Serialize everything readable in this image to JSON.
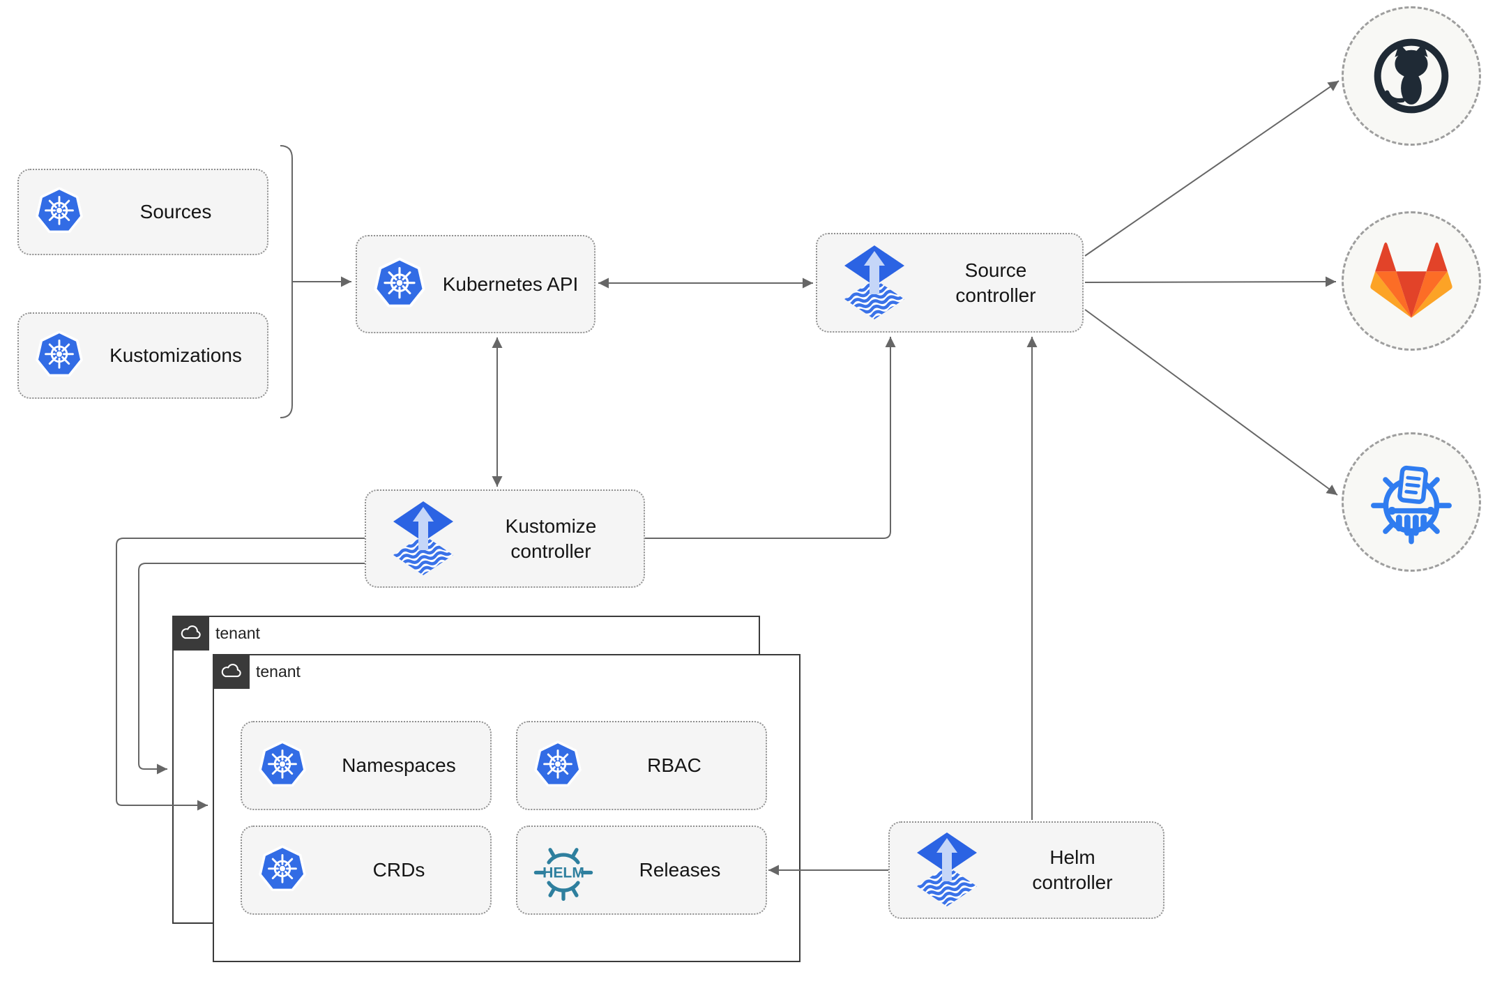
{
  "colors": {
    "background": "#ffffff",
    "connector": "#666666",
    "node_fill": "#f5f5f5",
    "node_border": "#8f8f8f",
    "tenant_border": "#3a3a3a",
    "kubernetes_blue": "#326ce5",
    "flux_blue": "#2b63e3",
    "flux_light_arrow": "#c5d6f8",
    "flux_wave_blue": "#3a72e8",
    "helm_teal": "#2e7f9e",
    "chart_repo_blue": "#2f7cf0",
    "github_dark": "#1f2a35",
    "gitlab_red": "#e24329",
    "gitlab_orange": "#fc6d26",
    "gitlab_yellow": "#fca326"
  },
  "nodes": {
    "sources": {
      "label": "Sources"
    },
    "kustomizations": {
      "label": "Kustomizations"
    },
    "kubernetes_api": {
      "label": "Kubernetes API"
    },
    "source_controller": {
      "label": "Source controller"
    },
    "kustomize_controller": {
      "label": "Kustomize controller"
    },
    "helm_controller": {
      "label": "Helm controller"
    },
    "namespaces": {
      "label": "Namespaces"
    },
    "rbac": {
      "label": "RBAC"
    },
    "crds": {
      "label": "CRDs"
    },
    "releases": {
      "label": "Releases"
    }
  },
  "groups": {
    "tenant_back": {
      "label": "tenant"
    },
    "tenant_front": {
      "label": "tenant"
    }
  },
  "external": {
    "github": "github-icon",
    "gitlab": "gitlab-icon",
    "helm_repository": "chart-repository-icon"
  },
  "helm_logo_text": "HELM",
  "edges": [
    {
      "from": "sources-and-kustomizations",
      "to": "kubernetes-api",
      "style": "arrow"
    },
    {
      "from": "kubernetes-api",
      "to": "source-controller",
      "style": "double-arrow"
    },
    {
      "from": "kubernetes-api",
      "to": "kustomize-controller",
      "style": "double-arrow"
    },
    {
      "from": "kustomize-controller",
      "to": "source-controller",
      "style": "arrow"
    },
    {
      "from": "helm-controller",
      "to": "source-controller",
      "style": "arrow"
    },
    {
      "from": "source-controller",
      "to": "github",
      "style": "arrow"
    },
    {
      "from": "source-controller",
      "to": "gitlab",
      "style": "arrow"
    },
    {
      "from": "source-controller",
      "to": "helm-repository",
      "style": "arrow"
    },
    {
      "from": "kustomize-controller",
      "to": "tenant-back",
      "style": "arrow"
    },
    {
      "from": "kustomize-controller",
      "to": "tenant-front",
      "style": "arrow"
    },
    {
      "from": "helm-controller",
      "to": "releases",
      "style": "arrow"
    }
  ]
}
